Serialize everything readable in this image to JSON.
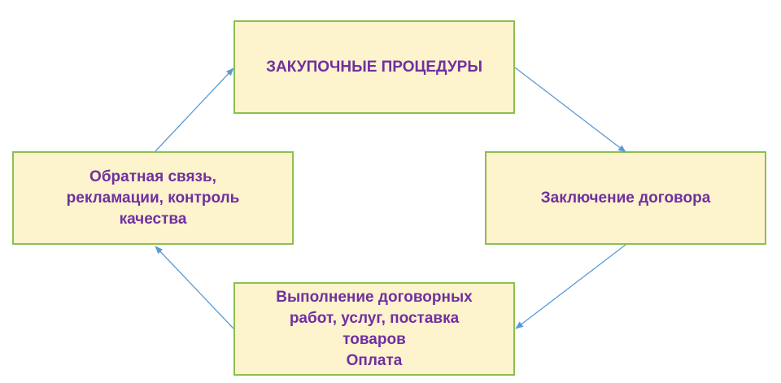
{
  "diagram": {
    "nodes": {
      "top": {
        "lines": [
          "ЗАКУПОЧНЫЕ ПРОЦЕДУРЫ"
        ]
      },
      "right": {
        "lines": [
          "Заключение договора"
        ]
      },
      "bottom": {
        "lines": [
          "Выполнение договорных",
          "работ, услуг,  поставка",
          "товаров",
          "Оплата"
        ]
      },
      "left": {
        "lines": [
          "Обратная связь,",
          "рекламации, контроль",
          "качества"
        ]
      }
    },
    "edges": [
      {
        "from": "top",
        "to": "right"
      },
      {
        "from": "right",
        "to": "bottom"
      },
      {
        "from": "bottom",
        "to": "left"
      },
      {
        "from": "left",
        "to": "top"
      }
    ],
    "colors": {
      "box_fill": "#fdf3cc",
      "box_border": "#8cbf4f",
      "text": "#7030a0",
      "arrow": "#5b9bd5"
    }
  }
}
